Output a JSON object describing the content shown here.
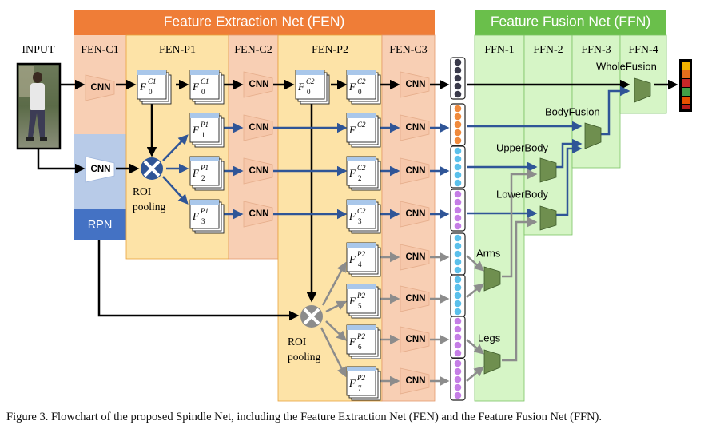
{
  "fen": {
    "title": "Feature Extraction Net (FEN)",
    "color": "#ef7d37"
  },
  "ffn": {
    "title": "Feature Fusion Net (FFN)",
    "color": "#6abf4b"
  },
  "input_label": "INPUT",
  "columns": {
    "fen_c1": "FEN-C1",
    "fen_p1": "FEN-P1",
    "fen_c2": "FEN-C2",
    "fen_p2": "FEN-P2",
    "fen_c3": "FEN-C3",
    "ffn_1": "FFN-1",
    "ffn_2": "FFN-2",
    "ffn_3": "FFN-3",
    "ffn_4": "FFN-4"
  },
  "cnn_label": "CNN",
  "rpn_label": "RPN",
  "roi_label": [
    "ROI",
    "pooling"
  ],
  "fusion_labels": {
    "whole": "WholeFusion",
    "body": "BodyFusion",
    "upper": "UpperBody",
    "lower": "LowerBody",
    "arms": "Arms",
    "legs": "Legs"
  },
  "features": {
    "c1_0": {
      "sup": "C1",
      "sub": "0"
    },
    "c2_0": {
      "sup": "C2",
      "sub": "0"
    },
    "p1_1": {
      "sup": "P1",
      "sub": "1"
    },
    "p1_2": {
      "sup": "P1",
      "sub": "2"
    },
    "p1_3": {
      "sup": "P1",
      "sub": "3"
    },
    "c2_1": {
      "sup": "C2",
      "sub": "1"
    },
    "c2_2": {
      "sup": "C2",
      "sub": "2"
    },
    "c2_3": {
      "sup": "C2",
      "sub": "3"
    },
    "p2_4": {
      "sup": "P2",
      "sub": "4"
    },
    "p2_5": {
      "sup": "P2",
      "sub": "5"
    },
    "p2_6": {
      "sup": "P2",
      "sub": "6"
    },
    "p2_7": {
      "sup": "P2",
      "sub": "7"
    }
  },
  "colors": {
    "fen_c": "#f8cfb4",
    "fen_p": "#fde3a7",
    "rpn_light": "#b8cbe8",
    "rpn_dark": "#4472c4",
    "ffn_light": "#d6f5c6",
    "arrow_blue": "#2f5597",
    "arrow_gray": "#8c8c8c",
    "fusion": "#6f8f4f",
    "cnn": "#f6c7aa",
    "vec_dark": "#3a3a4a",
    "vec_orange": "#f08a3c",
    "vec_blue": "#5bc0eb",
    "vec_purple": "#c57ee6"
  },
  "caption": "Figure 3. Flowchart of the proposed Spindle Net, including the Feature Extraction Net (FEN) and the Feature Fusion Net (FFN)."
}
